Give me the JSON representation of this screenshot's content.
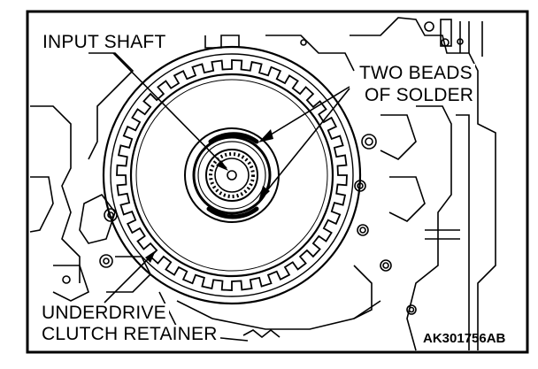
{
  "labels": {
    "input_shaft": "INPUT SHAFT",
    "two_beads_line1": "TWO BEADS",
    "two_beads_line2": "OF SOLDER",
    "underdrive_line1": "UNDERDRIVE",
    "underdrive_line2": "CLUTCH RETAINER",
    "figure_code": "AK301756AB"
  }
}
